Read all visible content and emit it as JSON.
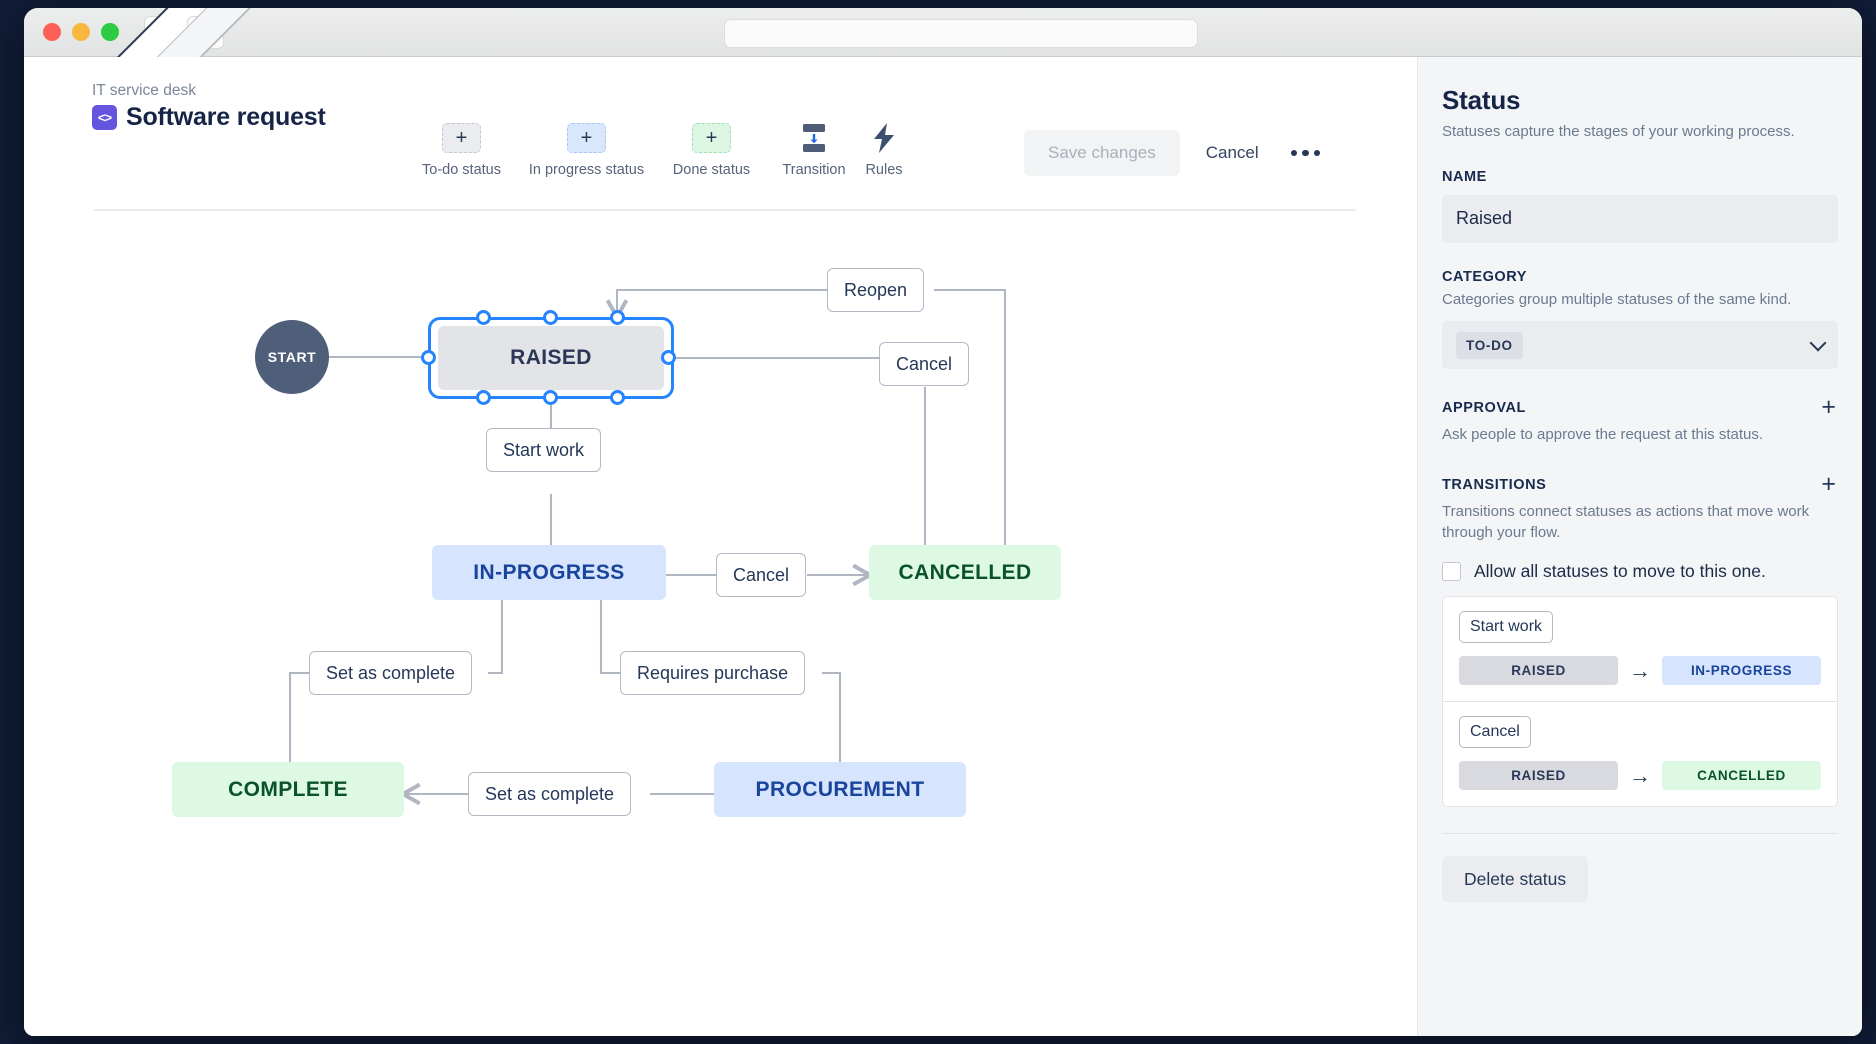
{
  "browser": {
    "back_icon": "chevron-left-icon",
    "forward_icon": "chevron-right-icon",
    "url_value": "",
    "url_placeholder": ""
  },
  "header": {
    "breadcrumb": "IT service desk",
    "project_icon_glyph": "<>",
    "title": "Software request",
    "tools": [
      {
        "icon": "plus-icon",
        "label": "To-do status",
        "style": "todo"
      },
      {
        "icon": "plus-icon",
        "label": "In progress status",
        "style": "prog"
      },
      {
        "icon": "plus-icon",
        "label": "Done status",
        "style": "done"
      },
      {
        "icon": "transition-icon",
        "label": "Transition",
        "style": "glyph"
      },
      {
        "icon": "lightning-icon",
        "label": "Rules",
        "style": "glyph"
      }
    ],
    "save_label": "Save changes",
    "save_disabled": true,
    "cancel_label": "Cancel",
    "more_icon": "ellipsis-icon"
  },
  "diagram": {
    "nodes": [
      {
        "id": "start",
        "label": "START",
        "type": "start"
      },
      {
        "id": "raised",
        "label": "RAISED",
        "type": "todo",
        "selected": true
      },
      {
        "id": "inprogress",
        "label": "IN-PROGRESS",
        "type": "inprogress"
      },
      {
        "id": "cancelled",
        "label": "CANCELLED",
        "type": "done"
      },
      {
        "id": "complete",
        "label": "COMPLETE",
        "type": "done"
      },
      {
        "id": "procurement",
        "label": "PROCUREMENT",
        "type": "inprogress"
      }
    ],
    "transitions": [
      {
        "label": "Reopen",
        "from": "cancelled",
        "to": "raised"
      },
      {
        "label": "Cancel",
        "from": "raised",
        "to": "cancelled"
      },
      {
        "label": "Start work",
        "from": "raised",
        "to": "inprogress"
      },
      {
        "label": "Cancel",
        "from": "inprogress",
        "to": "cancelled"
      },
      {
        "label": "Set as complete",
        "from": "inprogress",
        "to": "complete"
      },
      {
        "label": "Requires purchase",
        "from": "inprogress",
        "to": "procurement"
      },
      {
        "label": "Set as complete",
        "from": "procurement",
        "to": "complete"
      }
    ]
  },
  "panel": {
    "title": "Status",
    "subtitle": "Statuses capture the stages of your working process.",
    "name_label": "NAME",
    "name_value": "Raised",
    "category_label": "CATEGORY",
    "category_desc": "Categories group multiple statuses of the same kind.",
    "category_value": "TO-DO",
    "category_chevron": "chevron-down-icon",
    "approval_label": "APPROVAL",
    "approval_desc": "Ask people to approve the request at this status.",
    "approval_add": "+",
    "transitions_label": "TRANSITIONS",
    "transitions_desc": "Transitions connect statuses as actions that move work through your flow.",
    "transitions_add": "+",
    "allow_all_label": "Allow all statuses to move to this one.",
    "allow_all_checked": false,
    "transition_cards": [
      {
        "name": "Start work",
        "from": "RAISED",
        "to": "IN-PROGRESS",
        "arrow": "→",
        "to_style": "prog"
      },
      {
        "name": "Cancel",
        "from": "RAISED",
        "to": "CANCELLED",
        "arrow": "→",
        "to_style": "canc"
      }
    ],
    "delete_label": "Delete status"
  },
  "colors": {
    "accent": "#2684ff",
    "todo_bg": "#e3e4e8",
    "inprogress_bg": "#d6e4fd",
    "done_bg": "#ddf9e4",
    "brand_purple": "#6554dd"
  }
}
